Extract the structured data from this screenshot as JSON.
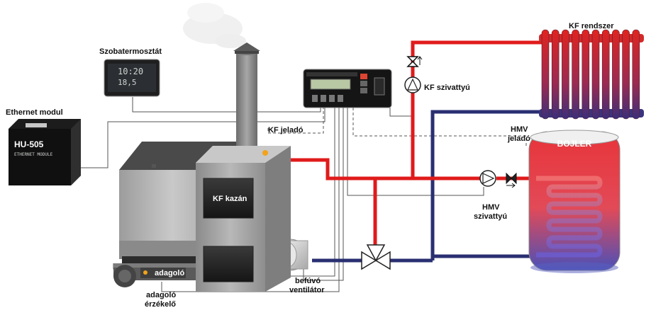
{
  "labels": {
    "thermostat": "Szobatermosztát",
    "ethernet": "Ethernet modul",
    "radiator": "KF rendszer",
    "kf_pump": "KF szivattyú",
    "kf_sensor": "KF jeladó",
    "hmv_sensor_line1": "HMV",
    "hmv_sensor_line2": "jeladó",
    "boiler_tank": "BOJLER",
    "boiler": "KF kazán",
    "hmv_pump_line1": "HMV",
    "hmv_pump_line2": "szivattyú",
    "fan_line1": "befúvó",
    "fan_line2": "ventilátor",
    "feeder": "adagoló",
    "feeder_sensor_line1": "adagoló",
    "feeder_sensor_line2": "érzékelő"
  },
  "ethernet_device": {
    "model": "HU-505",
    "subtitle": "ETHERNET MODULE"
  },
  "thermostat_display": {
    "time": "10:20",
    "temp": "18,5"
  },
  "colors": {
    "hot_pipe": "#e01b1b",
    "cold_pipe": "#2a2f72",
    "signal_line": "#555555",
    "tank_red": "#e8343a",
    "tank_blue": "#4a50b8",
    "boiler_body": "#9a9a9a"
  }
}
